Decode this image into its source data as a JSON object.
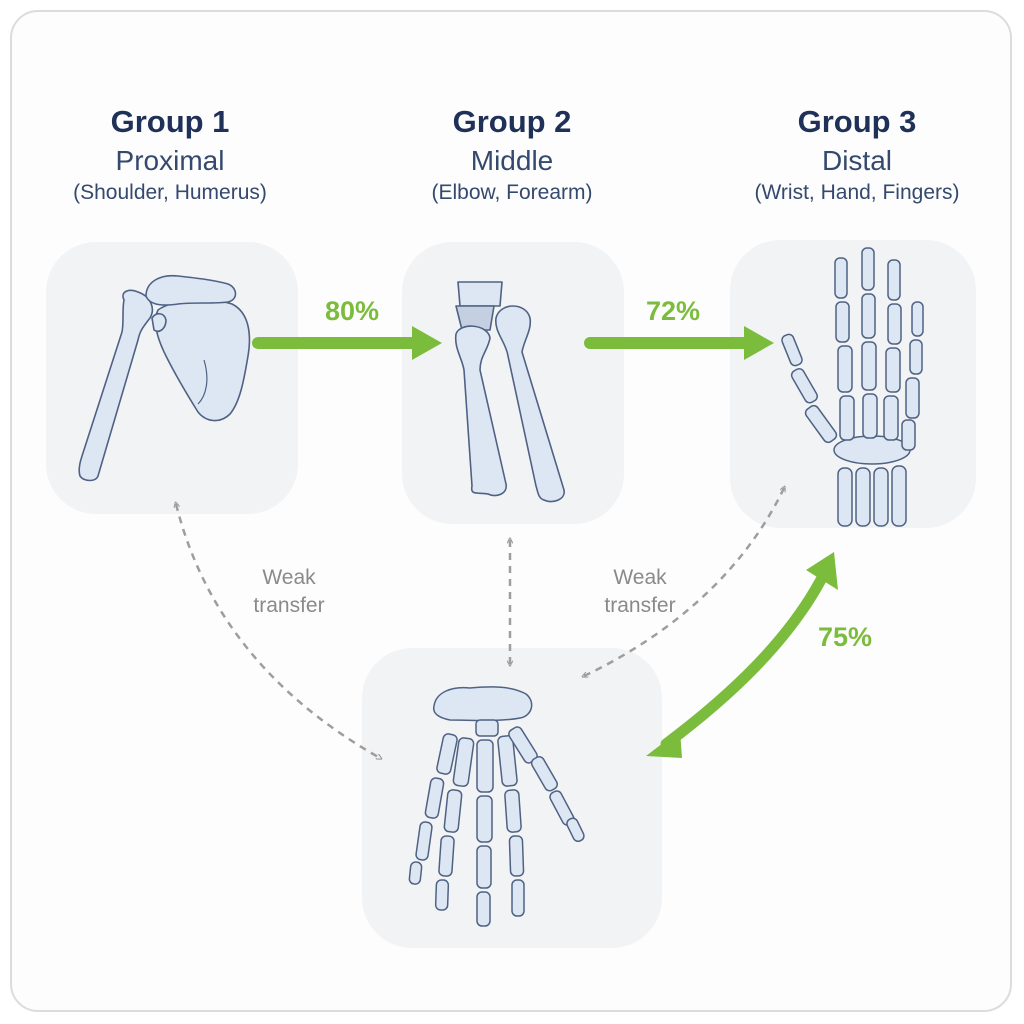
{
  "groups": [
    {
      "title": "Group 1",
      "name": "Proximal",
      "description": "(Shoulder, Humerus)"
    },
    {
      "title": "Group 2",
      "name": "Middle",
      "description": "(Elbow, Forearm)"
    },
    {
      "title": "Group 3",
      "name": "Distal",
      "description": "(Wrist, Hand, Fingers)"
    }
  ],
  "transfers": {
    "group1_to_group2": "80%",
    "group2_to_group3": "72%",
    "group3_to_hand": "75%",
    "weak_left": [
      "Weak",
      "transfer"
    ],
    "weak_right": [
      "Weak",
      "transfer"
    ]
  },
  "colors": {
    "strong_arrow": "#7cbc3d",
    "weak_arrow": "#9e9e9e",
    "bone_fill": "#dde6f3",
    "bone_stroke": "#4f6283",
    "title": "#1f3158"
  },
  "icons": [
    "shoulder-bone-icon",
    "forearm-bones-icon",
    "hand-skeleton-icon",
    "target-hand-skeleton-icon"
  ]
}
